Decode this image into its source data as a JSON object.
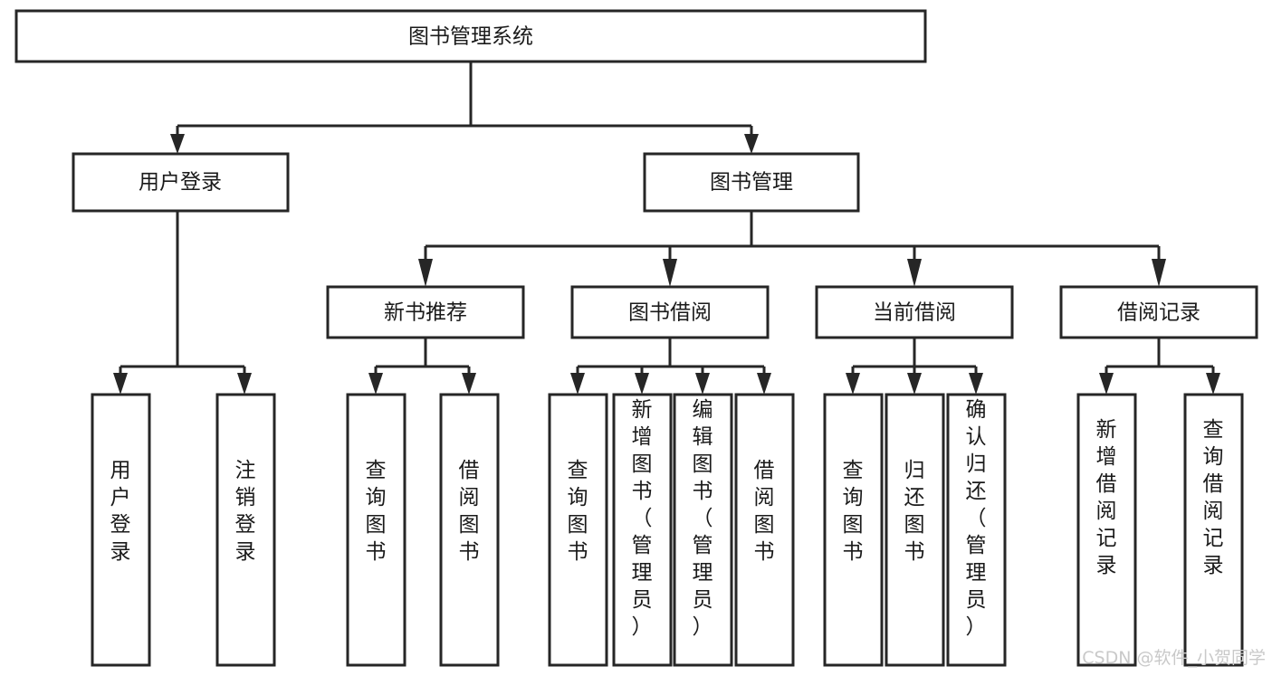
{
  "diagram": {
    "type": "tree-hierarchy",
    "title": "图书管理系统",
    "orientation": "top-down",
    "colors": {
      "box_fill": "#ffffff",
      "box_stroke": "#262626",
      "text": "#1a1a1a",
      "background": "#ffffff",
      "watermark": "#c9c9c9"
    },
    "levels": [
      {
        "level": 1,
        "nodes": [
          {
            "id": "root",
            "label": "图书管理系统",
            "orientation": "horizontal"
          }
        ]
      },
      {
        "level": 2,
        "nodes": [
          {
            "id": "user-login",
            "label": "用户登录",
            "orientation": "horizontal",
            "parent": "root"
          },
          {
            "id": "book-manage",
            "label": "图书管理",
            "orientation": "horizontal",
            "parent": "root"
          }
        ]
      },
      {
        "level": 3,
        "nodes": [
          {
            "id": "new-book-rec",
            "label": "新书推荐",
            "orientation": "horizontal",
            "parent": "book-manage"
          },
          {
            "id": "book-borrow",
            "label": "图书借阅",
            "orientation": "horizontal",
            "parent": "book-manage"
          },
          {
            "id": "current-borrow",
            "label": "当前借阅",
            "orientation": "horizontal",
            "parent": "book-manage"
          },
          {
            "id": "borrow-record",
            "label": "借阅记录",
            "orientation": "horizontal",
            "parent": "book-manage"
          }
        ]
      },
      {
        "level": 4,
        "nodes": [
          {
            "id": "leaf-user-login",
            "label": "用户登录",
            "orientation": "vertical",
            "parent": "user-login"
          },
          {
            "id": "leaf-logout",
            "label": "注销登录",
            "orientation": "vertical",
            "parent": "user-login"
          },
          {
            "id": "leaf-query-book-1",
            "label": "查询图书",
            "orientation": "vertical",
            "parent": "new-book-rec"
          },
          {
            "id": "leaf-borrow-book-1",
            "label": "借阅图书",
            "orientation": "vertical",
            "parent": "new-book-rec"
          },
          {
            "id": "leaf-query-book-2",
            "label": "查询图书",
            "orientation": "vertical",
            "parent": "book-borrow"
          },
          {
            "id": "leaf-add-book",
            "label": "新增图书（管理员）",
            "orientation": "vertical",
            "parent": "book-borrow"
          },
          {
            "id": "leaf-edit-book",
            "label": "编辑图书（管理员）",
            "orientation": "vertical",
            "parent": "book-borrow"
          },
          {
            "id": "leaf-borrow-book-2",
            "label": "借阅图书",
            "orientation": "vertical",
            "parent": "book-borrow"
          },
          {
            "id": "leaf-query-book-3",
            "label": "查询图书",
            "orientation": "vertical",
            "parent": "current-borrow"
          },
          {
            "id": "leaf-return-book",
            "label": "归还图书",
            "orientation": "vertical",
            "parent": "current-borrow"
          },
          {
            "id": "leaf-confirm-return",
            "label": "确认归还（管理员）",
            "orientation": "vertical",
            "parent": "current-borrow"
          },
          {
            "id": "leaf-add-record",
            "label": "新增借阅记录",
            "orientation": "vertical",
            "parent": "borrow-record"
          },
          {
            "id": "leaf-query-record",
            "label": "查询借阅记录",
            "orientation": "vertical",
            "parent": "borrow-record"
          }
        ]
      }
    ]
  },
  "watermark": {
    "text": "CSDN @软件_小贺同学"
  }
}
